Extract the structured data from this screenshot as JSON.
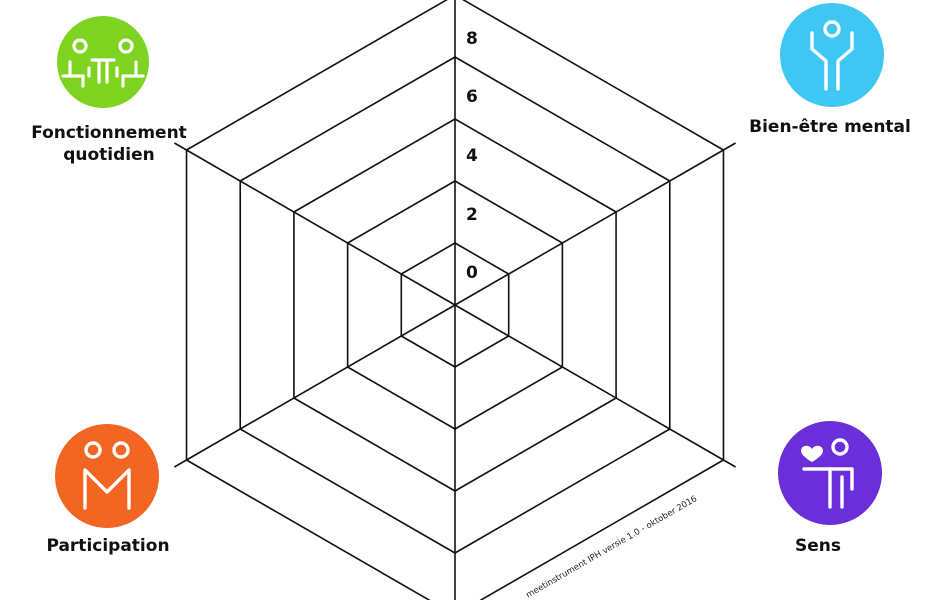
{
  "scale": {
    "ticks": [
      "8",
      "6",
      "4",
      "2",
      "0"
    ]
  },
  "dimensions": {
    "daily": {
      "line1": "Fonctionnement",
      "line2": "quotidien",
      "icon": "people-at-table-icon",
      "color": "#7ed321"
    },
    "mental": {
      "label": "Bien-être mental",
      "icon": "person-arms-raised-icon",
      "color": "#3ec7f2"
    },
    "participation": {
      "label": "Participation",
      "icon": "two-people-icon",
      "color": "#f26522"
    },
    "sense": {
      "label": "Sens",
      "icon": "person-with-heart-icon",
      "color": "#6a2fd8"
    }
  },
  "footnote": "meetinstrument IPH versie 1.0 - oktober 2016"
}
